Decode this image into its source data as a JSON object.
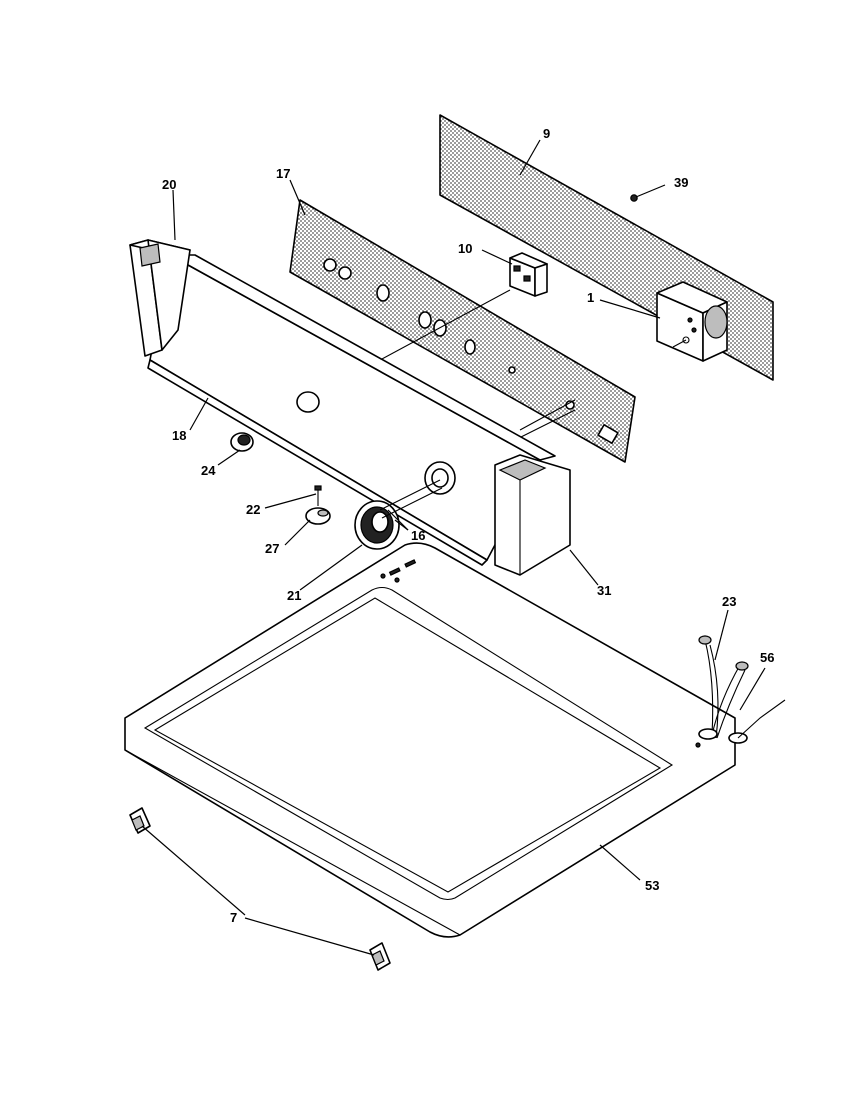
{
  "diagram": {
    "callouts": {
      "c9": "9",
      "c39": "39",
      "c20": "20",
      "c17": "17",
      "c10": "10",
      "c1": "1",
      "c18": "18",
      "c24": "24",
      "c22": "22",
      "c27": "27",
      "c16": "16",
      "c21": "21",
      "c31": "31",
      "c23": "23",
      "c56": "56",
      "c53": "53",
      "c7": "7"
    }
  }
}
